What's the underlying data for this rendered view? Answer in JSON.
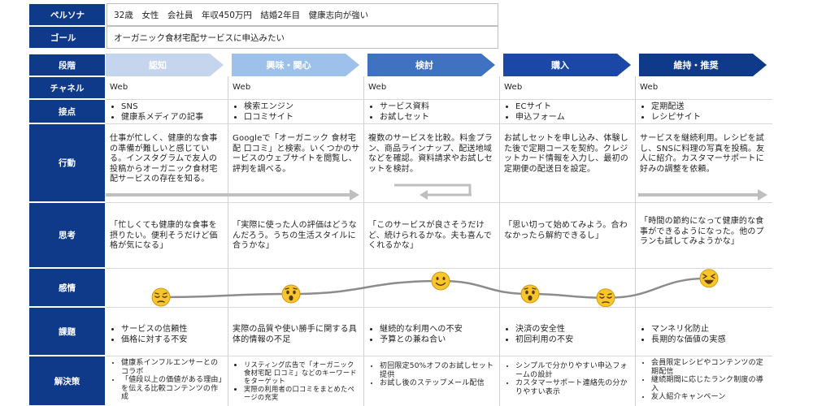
{
  "persona_label": "ペルソナ",
  "persona_value": "32歳　女性　会社員　年収450万円　結婚2年目　健康志向が強い",
  "goal_label": "ゴール",
  "goal_value": "オーガニック食材宅配サービスに申込みたい",
  "row_labels": {
    "stage": "段階",
    "channel": "チャネル",
    "touchpoint": "接点",
    "action": "行動",
    "thought": "思考",
    "emotion": "感情",
    "issue": "課題",
    "solution": "解決策"
  },
  "stages": [
    "認知",
    "興味・関心",
    "検討",
    "購入",
    "維持・推奨"
  ],
  "channels": [
    "Web",
    "Web",
    "Web",
    "Web",
    "Web"
  ],
  "touchpoints": [
    [
      "SNS",
      "健康系メディアの記事"
    ],
    [
      "検索エンジン",
      "口コミサイト"
    ],
    [
      "サービス資料",
      "お試しセット"
    ],
    [
      "ECサイト",
      "申込フォーム"
    ],
    [
      "定期配送",
      "レシピサイト"
    ]
  ],
  "actions": [
    "仕事が忙しく、健康的な食事の準備が難しいと感じている。インスタグラムで友人の投稿からオーガニック食材宅配サービスの存在を知る。",
    "Googleで「オーガニック 食材宅配 口コミ」と検索。いくつかのサービスのウェブサイトを閲覧し、評判を調べる。",
    "複数のサービスを比較。料金プラン、商品ラインナップ、配送地域などを確認。資料請求やお試しセットを検討。",
    "お試しセットを申し込み、体験した後で定期コースを契約。クレジットカード情報を入力し、最初の定期便の配送日を設定。",
    "サービスを継続利用。レシピを試し、SNSに料理の写真を投稿。友人に紹介。カスタマーサポートに好みの調整を依頼。"
  ],
  "thoughts": [
    "「忙しくても健康的な食事を摂りたい。便利そうだけど価格が気になる」",
    "「実際に使った人の評価はどうなんだろう。うちの生活スタイルに合うかな」",
    "「このサービスが良さそうだけど、続けられるかな。夫も喜んでくれるかな」",
    "「思い切って始めてみよう。合わなかったら解約できるし」",
    "「時間の節約になって健康的な食事ができるようになった。他のプランも試してみようかな」"
  ],
  "emotions": [
    {
      "name": "pensive-face-icon",
      "level": 0.2
    },
    {
      "name": "astonished-face-icon",
      "level": 0.3
    },
    {
      "name": "smiling-face-icon",
      "level": 0.7
    },
    {
      "name": "astonished-face-icon",
      "level": 0.3
    },
    {
      "name": "pensive-face-icon",
      "level": 0.18
    },
    {
      "name": "laughing-face-icon",
      "level": 0.78
    }
  ],
  "issues": [
    [
      "サービスの信頼性",
      "価格に対する不安"
    ],
    [
      "実際の品質や使い勝手に関する具体的情報の不足"
    ],
    [
      "継続的な利用への不安",
      "予算との兼ね合い"
    ],
    [
      "決済の安全性",
      "初回利用の不安"
    ],
    [
      "マンネリ化防止",
      "長期的な価値の実感"
    ]
  ],
  "solutions": [
    [
      "健康系インフルエンサーとのコラボ",
      "「値段以上の価値がある理由」を伝える比較コンテンツの作成"
    ],
    [
      "リスティング広告で「オーガニック 食材宅配 口コミ」などのキーワードをターゲット",
      "実際の利用者の口コミをまとめたページの充実"
    ],
    [
      "初回限定50%オフのお試しセット提供",
      "お試し後のステップメール配信"
    ],
    [
      "シンプルで分かりやすい申込フォームの設計",
      "カスタマーサポート連絡先の分かりやすい表示"
    ],
    [
      "会員限定レシピやコンテンツの定期配信",
      "継続期間に応じたランク制度の導入",
      "友人紹介キャンペーン"
    ]
  ],
  "colors": {
    "header": "#0f3a8a",
    "stage_fills": [
      "#c5d5ee",
      "#9ec1ec",
      "#3f73c2",
      "#1b48a7",
      "#0f3a8a"
    ],
    "stage_text": [
      "#ffffff",
      "#ffffff",
      "#ffffff",
      "#ffffff",
      "#ffffff"
    ],
    "arrow": "#bfbfbf",
    "emoji_face": "#f7c52c"
  }
}
